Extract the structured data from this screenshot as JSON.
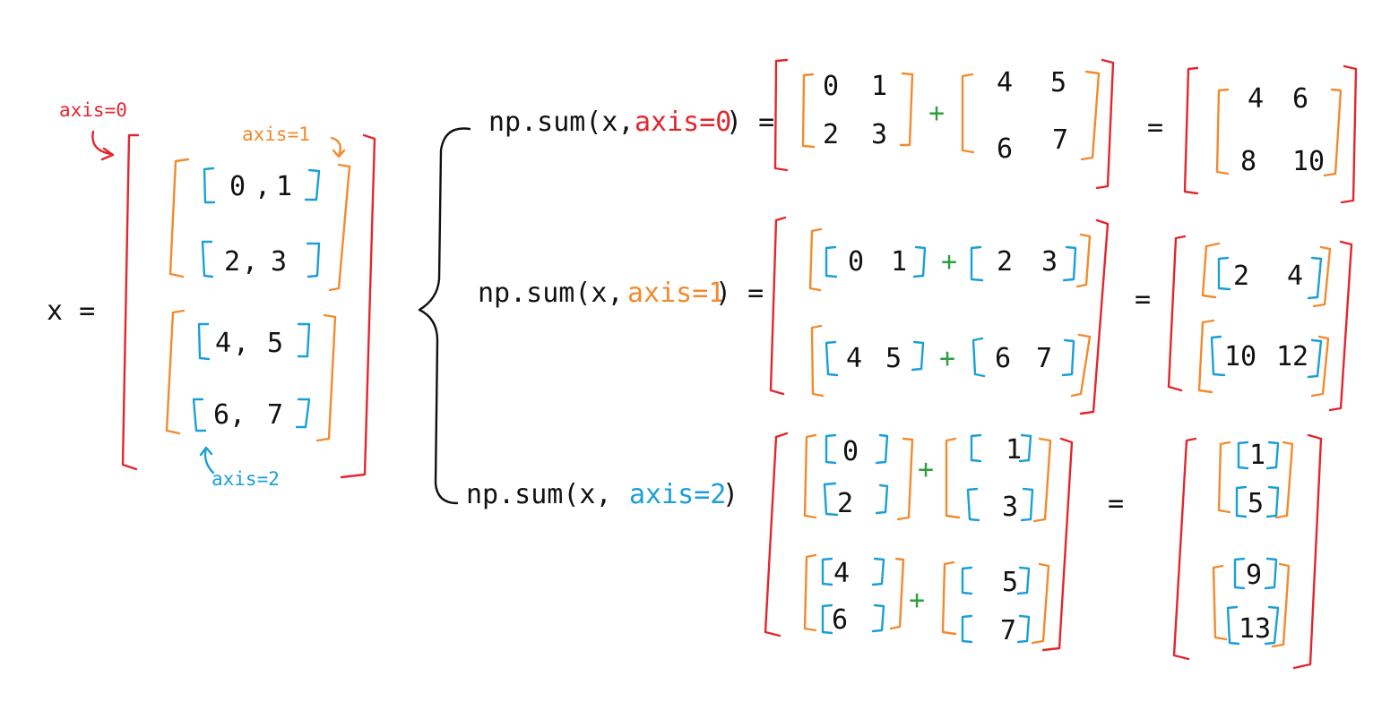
{
  "colors": {
    "ink": "#111111",
    "axis0": "#e3262d",
    "axis1": "#f28a2e",
    "axis2": "#1a9fd8",
    "plus": "#2e9e3e"
  },
  "labels": {
    "axis0": "axis=0",
    "axis1": "axis=1",
    "axis2": "axis=2",
    "x_eq": "x =",
    "equals": "=",
    "plus": "+",
    "comma": ","
  },
  "calls": {
    "axis0": {
      "prefix": "np.sum(x,",
      "axis": "axis=0",
      "suffix": ") ="
    },
    "axis1": {
      "prefix": "np.sum(x,",
      "axis": "axis=1",
      "suffix": ") ="
    },
    "axis2": {
      "prefix": "np.sum(x,",
      "axis": "axis=2",
      "suffix": ")"
    }
  },
  "x_matrix": {
    "rows": [
      [
        "0",
        "1"
      ],
      [
        "2",
        "3"
      ],
      [
        "4",
        "5"
      ],
      [
        "6",
        "7"
      ]
    ]
  },
  "axis0": {
    "left": {
      "a": [
        "0",
        "1",
        "2",
        "3"
      ],
      "b": [
        "4",
        "5",
        "6",
        "7"
      ]
    },
    "result": [
      "4",
      "6",
      "8",
      "10"
    ]
  },
  "axis1": {
    "terms": [
      [
        "0",
        "1"
      ],
      [
        "2",
        "3"
      ],
      [
        "4",
        "5"
      ],
      [
        "6",
        "7"
      ]
    ],
    "result": [
      [
        "2",
        "4"
      ],
      [
        "10",
        "12"
      ]
    ]
  },
  "axis2": {
    "terms": [
      "0",
      "2",
      "1",
      "3",
      "4",
      "6",
      "5",
      "7"
    ],
    "result": [
      "1",
      "5",
      "9",
      "13"
    ]
  }
}
